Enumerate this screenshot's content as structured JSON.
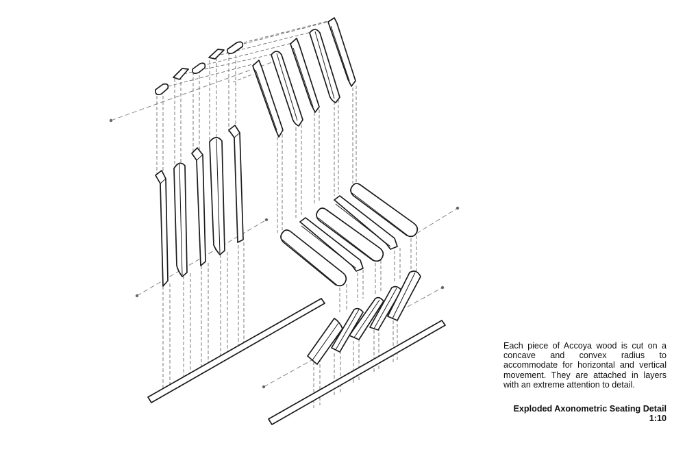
{
  "caption": {
    "text": "Each piece of Accoya wood is cut on a concave and convex radius to accommodate for horizontal and vertical movement. They are attached in layers with an extreme attention to detail.",
    "title": "Exploded Axonometric Seating Detail",
    "scale": "1:10"
  },
  "colors": {
    "line": "#1a1a1a",
    "projection": "#6a6a6a",
    "background": "#ffffff"
  }
}
